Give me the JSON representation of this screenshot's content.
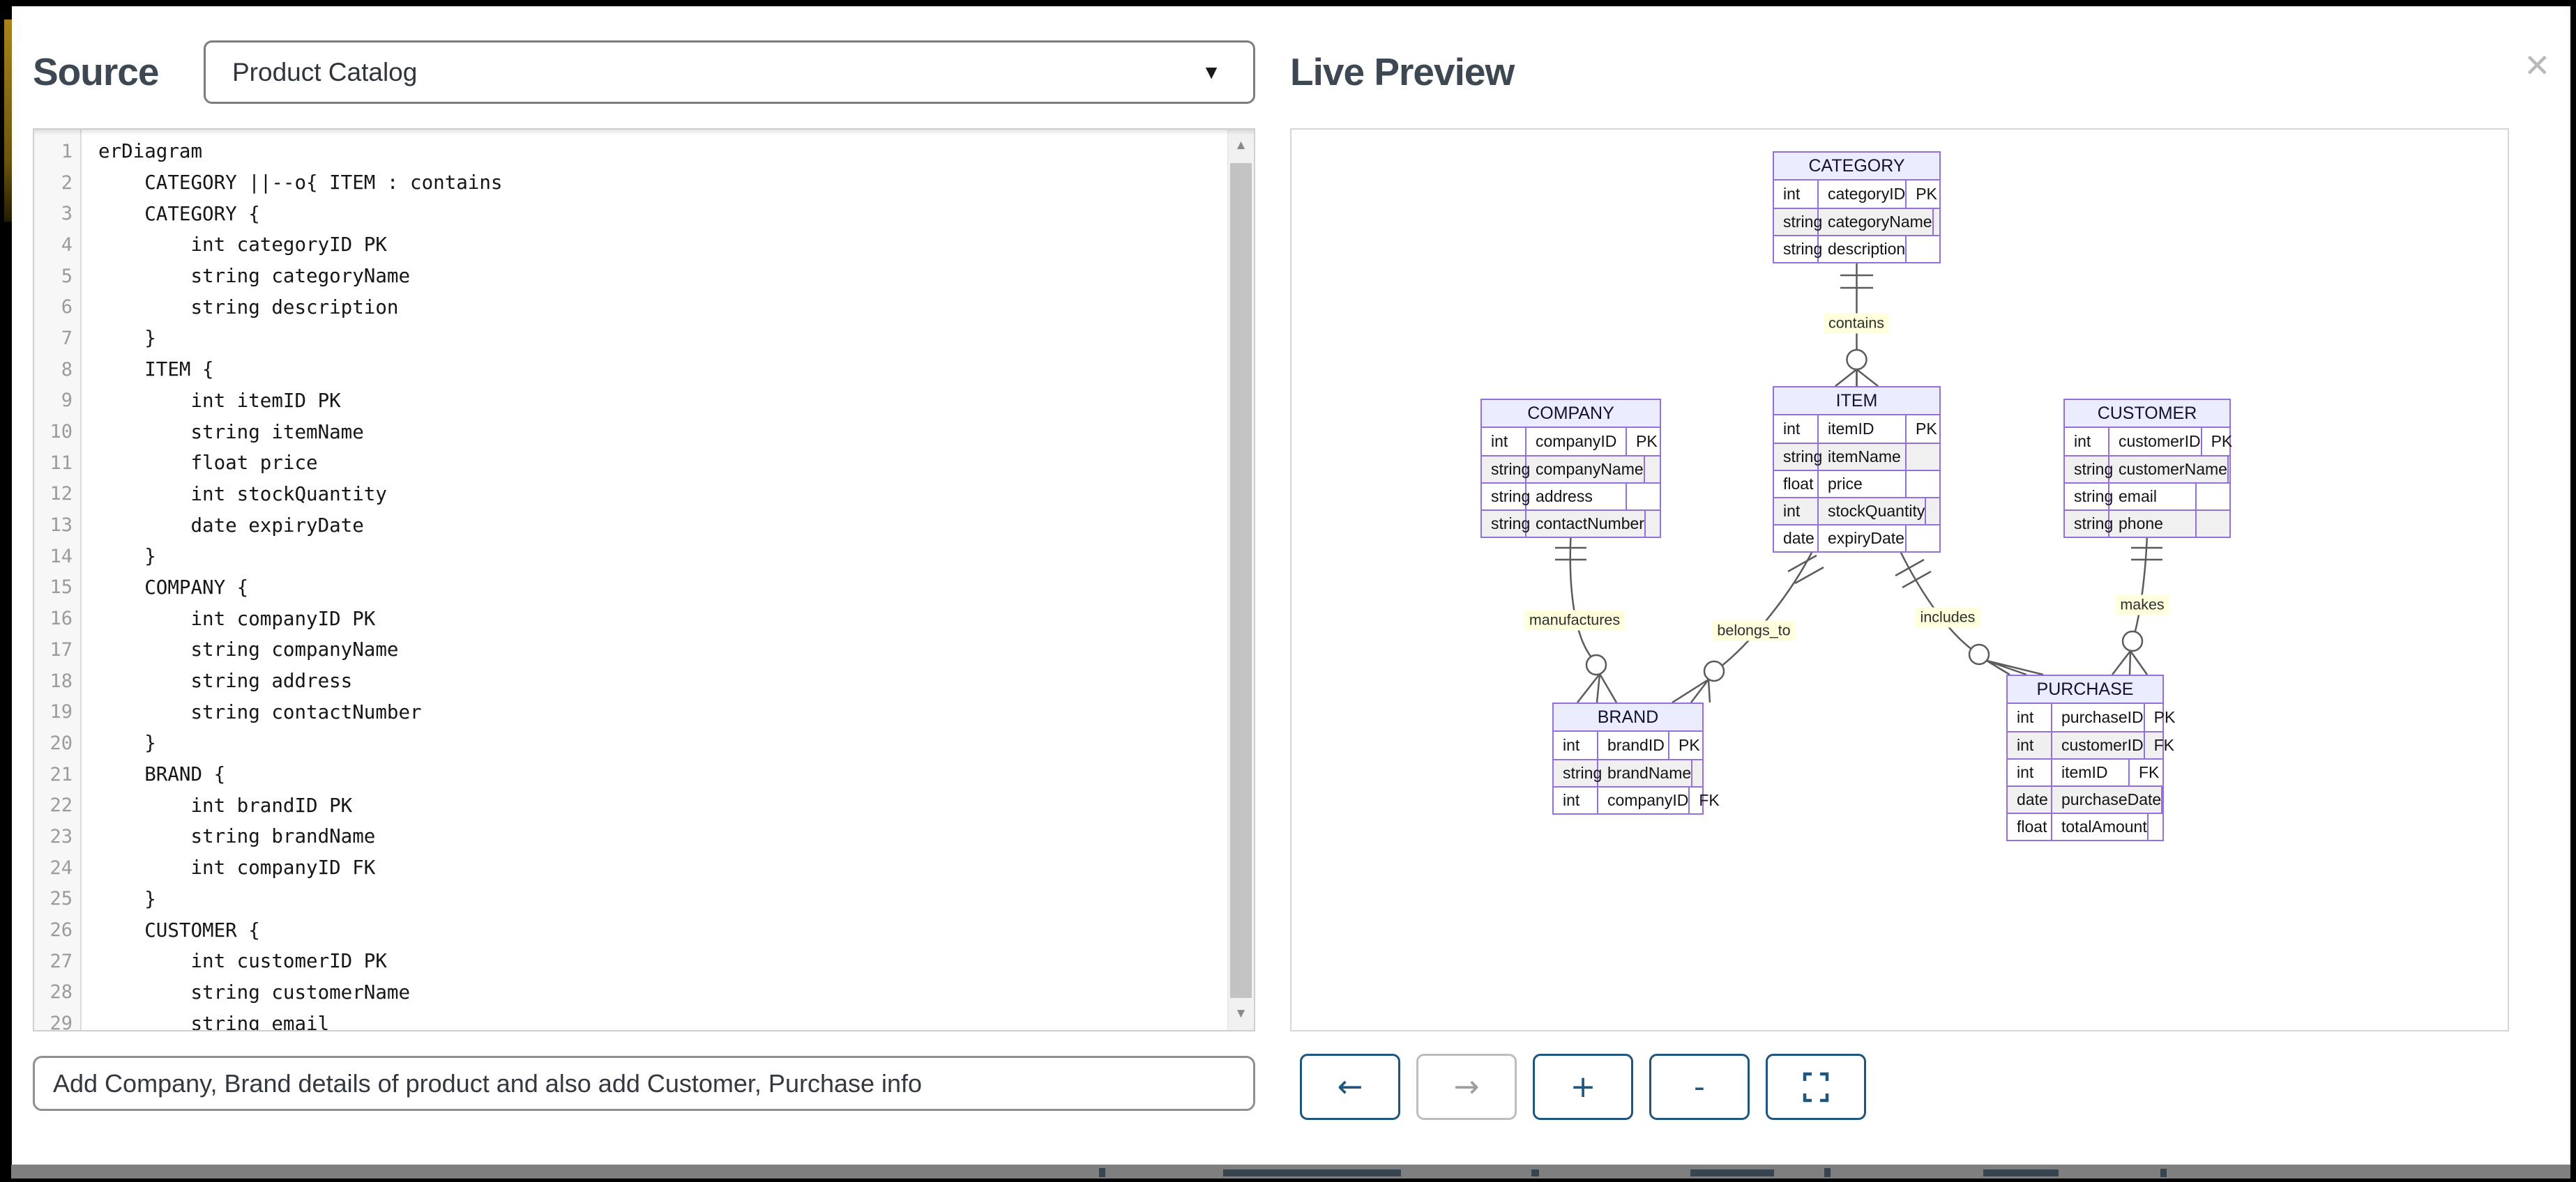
{
  "modal": {
    "source": {
      "label": "Source",
      "dropdown": {
        "value": "Product Catalog",
        "caret": "▼"
      },
      "editor": {
        "lines": [
          "erDiagram",
          "    CATEGORY ||--o{ ITEM : contains",
          "    CATEGORY {",
          "        int categoryID PK",
          "        string categoryName",
          "        string description",
          "    }",
          "    ITEM {",
          "        int itemID PK",
          "        string itemName",
          "        float price",
          "        int stockQuantity",
          "        date expiryDate",
          "    }",
          "    COMPANY {",
          "        int companyID PK",
          "        string companyName",
          "        string address",
          "        string contactNumber",
          "    }",
          "    BRAND {",
          "        int brandID PK",
          "        string brandName",
          "        int companyID FK",
          "    }",
          "    CUSTOMER {",
          "        int customerID PK",
          "        string customerName",
          "        string email"
        ]
      },
      "prompt": {
        "value": "Add Company, Brand details of product and also add Customer, Purchase info"
      }
    },
    "preview": {
      "title": "Live Preview",
      "close_glyph": "✕",
      "diagram": {
        "entities": [
          {
            "name": "CATEGORY",
            "attributes": [
              {
                "type": "int",
                "name": "categoryID",
                "key": "PK"
              },
              {
                "type": "string",
                "name": "categoryName",
                "key": ""
              },
              {
                "type": "string",
                "name": "description",
                "key": ""
              }
            ]
          },
          {
            "name": "ITEM",
            "attributes": [
              {
                "type": "int",
                "name": "itemID",
                "key": "PK"
              },
              {
                "type": "string",
                "name": "itemName",
                "key": ""
              },
              {
                "type": "float",
                "name": "price",
                "key": ""
              },
              {
                "type": "int",
                "name": "stockQuantity",
                "key": ""
              },
              {
                "type": "date",
                "name": "expiryDate",
                "key": ""
              }
            ]
          },
          {
            "name": "COMPANY",
            "attributes": [
              {
                "type": "int",
                "name": "companyID",
                "key": "PK"
              },
              {
                "type": "string",
                "name": "companyName",
                "key": ""
              },
              {
                "type": "string",
                "name": "address",
                "key": ""
              },
              {
                "type": "string",
                "name": "contactNumber",
                "key": ""
              }
            ]
          },
          {
            "name": "CUSTOMER",
            "attributes": [
              {
                "type": "int",
                "name": "customerID",
                "key": "PK"
              },
              {
                "type": "string",
                "name": "customerName",
                "key": ""
              },
              {
                "type": "string",
                "name": "email",
                "key": ""
              },
              {
                "type": "string",
                "name": "phone",
                "key": ""
              }
            ]
          },
          {
            "name": "BRAND",
            "attributes": [
              {
                "type": "int",
                "name": "brandID",
                "key": "PK"
              },
              {
                "type": "string",
                "name": "brandName",
                "key": ""
              },
              {
                "type": "int",
                "name": "companyID",
                "key": "FK"
              }
            ]
          },
          {
            "name": "PURCHASE",
            "attributes": [
              {
                "type": "int",
                "name": "purchaseID",
                "key": "PK"
              },
              {
                "type": "int",
                "name": "customerID",
                "key": "FK"
              },
              {
                "type": "int",
                "name": "itemID",
                "key": "FK"
              },
              {
                "type": "date",
                "name": "purchaseDate",
                "key": ""
              },
              {
                "type": "float",
                "name": "totalAmount",
                "key": ""
              }
            ]
          }
        ],
        "relationships": [
          {
            "from": "CATEGORY",
            "to": "ITEM",
            "label": "contains",
            "cardinality": "one-to-zero-or-many"
          },
          {
            "from": "COMPANY",
            "to": "BRAND",
            "label": "manufactures",
            "cardinality": "one-to-zero-or-many"
          },
          {
            "from": "ITEM",
            "to": "BRAND",
            "label": "belongs_to",
            "cardinality": "one-to-zero-or-many"
          },
          {
            "from": "ITEM",
            "to": "PURCHASE",
            "label": "includes",
            "cardinality": "one-to-zero-or-many"
          },
          {
            "from": "CUSTOMER",
            "to": "PURCHASE",
            "label": "makes",
            "cardinality": "one-to-zero-or-many"
          }
        ]
      },
      "toolbar": [
        {
          "name": "back",
          "glyph": "←",
          "disabled": false
        },
        {
          "name": "forward",
          "glyph": "→",
          "disabled": true
        },
        {
          "name": "zoom-in",
          "glyph": "+",
          "disabled": false
        },
        {
          "name": "zoom-out",
          "glyph": "-",
          "disabled": false
        },
        {
          "name": "fullscreen",
          "glyph": "",
          "disabled": false
        }
      ]
    },
    "colors": {
      "entity_border": "#9370DB",
      "entity_header_bg": "#ECECFF",
      "row_alt_bg": "#f0f0f0",
      "edge_label_bg": "#ffffde",
      "button_navy": "#20557e",
      "title_text": "#3d4852"
    }
  }
}
